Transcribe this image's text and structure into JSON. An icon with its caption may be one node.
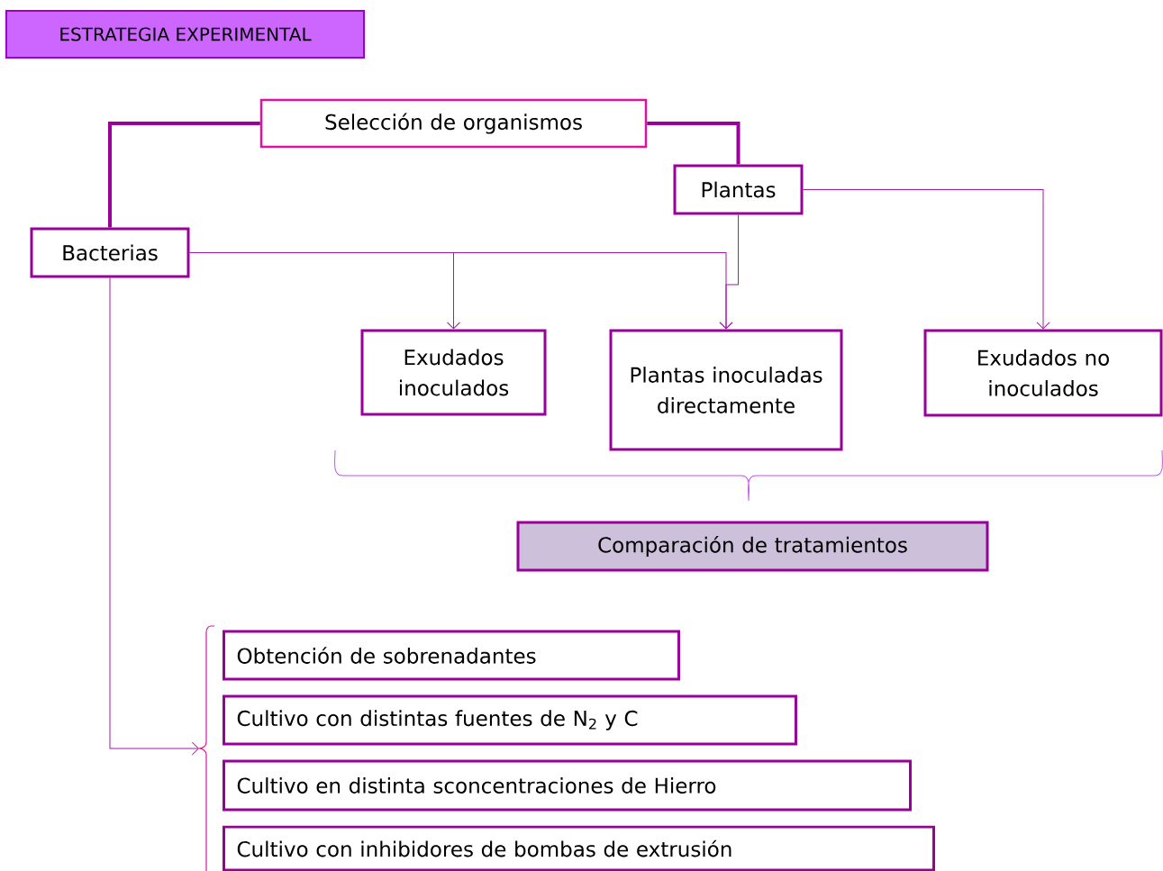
{
  "diagram": {
    "title": "ESTRATEGIA EXPERIMENTAL",
    "nodes": [
      {
        "text": [
          "Selección de organismos"
        ]
      },
      {
        "text": [
          "Plantas"
        ]
      },
      {
        "text": [
          "Bacterias"
        ]
      },
      {
        "text": [
          "Exudados inoculados"
        ]
      },
      {
        "text": [
          "Plantas inoculadas directamente"
        ]
      },
      {
        "text": [
          "Exudados no inoculados"
        ]
      },
      {
        "text": [
          "Comparación de tratamientos"
        ]
      },
      {
        "text": [
          "Obtención de sobrenadantes"
        ]
      },
      {
        "text": [
          "Cultivo con distintas fuentes de N$_{2}$ y C"
        ]
      },
      {
        "text": [
          "Cultivo en distinta sconcentraciones de Hierro"
        ]
      },
      {
        "text": [
          "Cultivo con inhibidores de bombas de extrusión"
        ]
      },
      {
        "text": [],
        "shape": "bracket"
      }
    ],
    "edges": [
      {
        "from": 0,
        "to": 2,
        "arrow": "none",
        "style": "thick"
      },
      {
        "from": 0,
        "to": 1,
        "arrow": "none",
        "style": "thick"
      },
      {
        "from": 2,
        "to": 3,
        "arrow": "to"
      },
      {
        "from": 2,
        "to": 4,
        "arrow": "to"
      },
      {
        "from": 1,
        "to": 4,
        "arrow": "to"
      },
      {
        "from": 1,
        "to": 5,
        "arrow": "to"
      },
      {
        "from": 2,
        "to": 11,
        "arrow": "to"
      }
    ]
  }
}
